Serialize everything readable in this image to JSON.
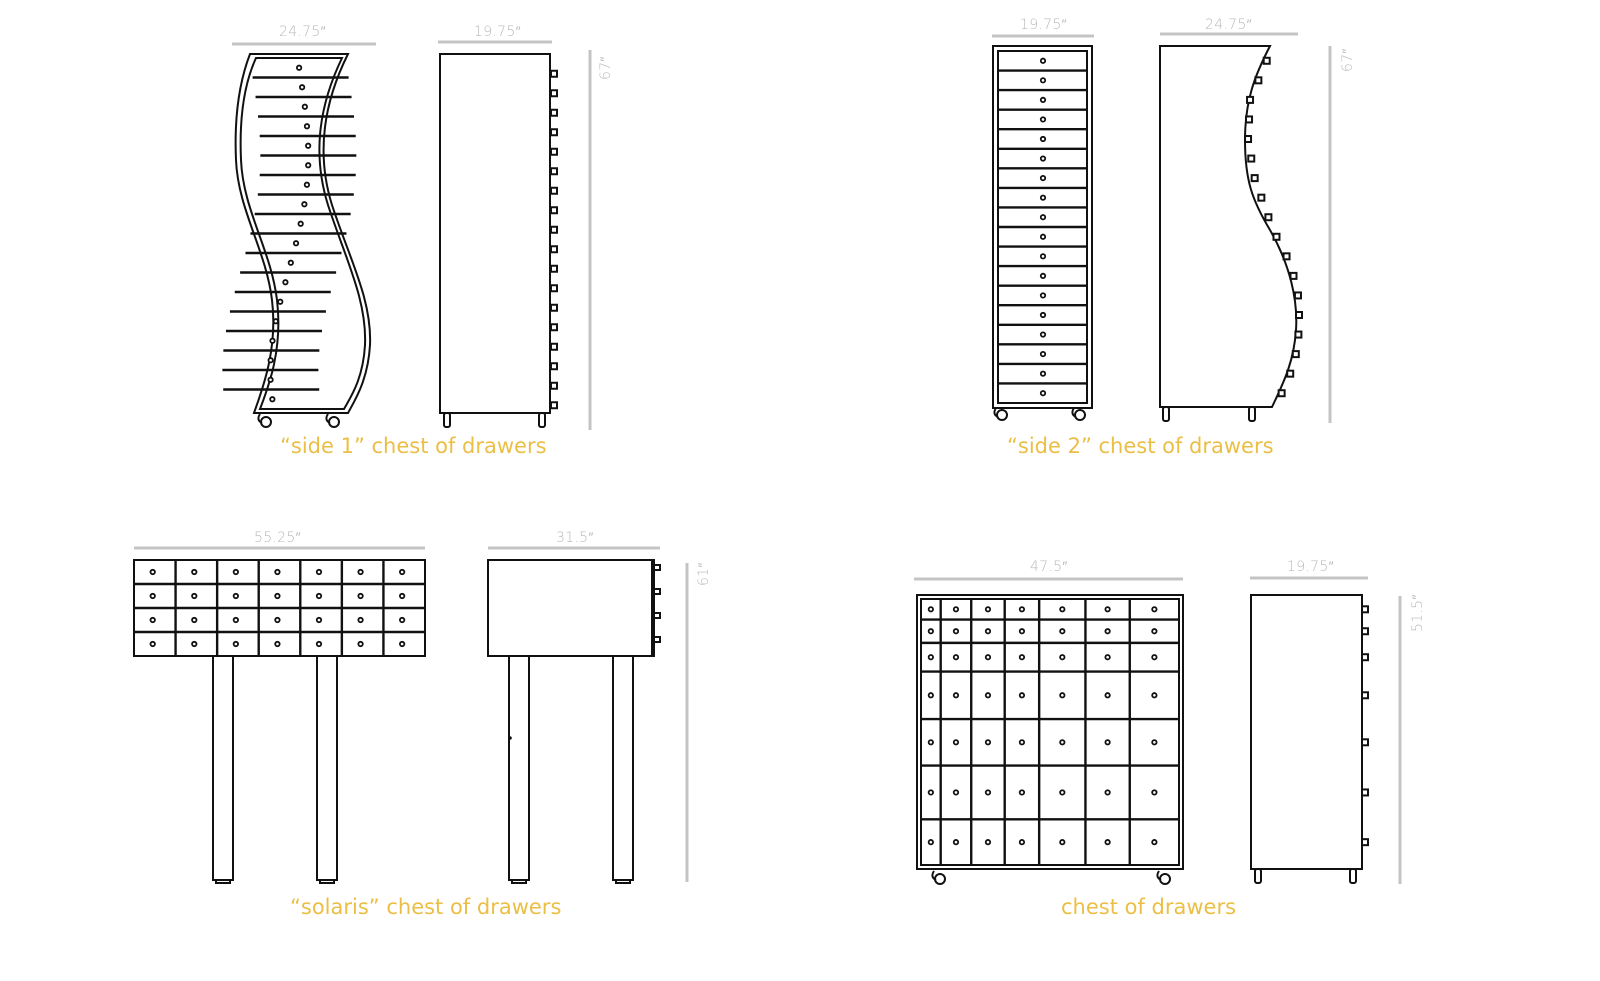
{
  "colors": {
    "caption": "#EBBE45",
    "dimension": "#B9B9B9",
    "line": "#111111",
    "background": "#FFFFFF"
  },
  "items": [
    {
      "id": "side-1",
      "caption": "“side 1” chest of drawers",
      "front_width": "24.75″",
      "side_depth": "19.75″",
      "height": "67″",
      "drawer_count": 18,
      "casters": true
    },
    {
      "id": "side-2",
      "caption": "“side 2” chest of drawers",
      "front_width": "19.75″",
      "side_depth": "24.75″",
      "height": "67″",
      "drawer_count": 18,
      "casters": true
    },
    {
      "id": "solaris",
      "caption": "“solaris” chest of drawers",
      "front_width": "55.25″",
      "side_depth": "31.5″",
      "height": "61″",
      "drawer_grid": {
        "rows": 4,
        "cols": 7
      },
      "legs": 4
    },
    {
      "id": "chest",
      "caption": "chest of drawers",
      "front_width": "47.5″",
      "side_depth": "19.75″",
      "height": "51.5″",
      "drawer_grid": {
        "rows": 7,
        "cols": 7
      },
      "casters": true
    }
  ]
}
